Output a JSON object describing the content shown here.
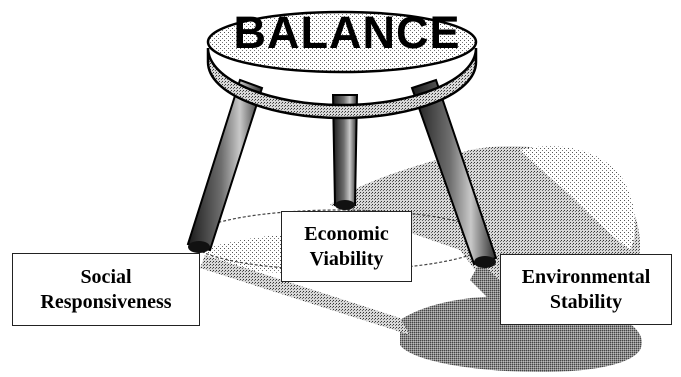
{
  "diagram": {
    "title": "BALANCE",
    "legs": [
      {
        "line1": "Social",
        "line2": "Responsiveness"
      },
      {
        "line1": "Economic",
        "line2": "Viability"
      },
      {
        "line1": "Environmental",
        "line2": "Stability"
      }
    ],
    "colors": {
      "ink": "#000000",
      "shadow": "#9a9a9a",
      "paper": "#ffffff"
    }
  }
}
